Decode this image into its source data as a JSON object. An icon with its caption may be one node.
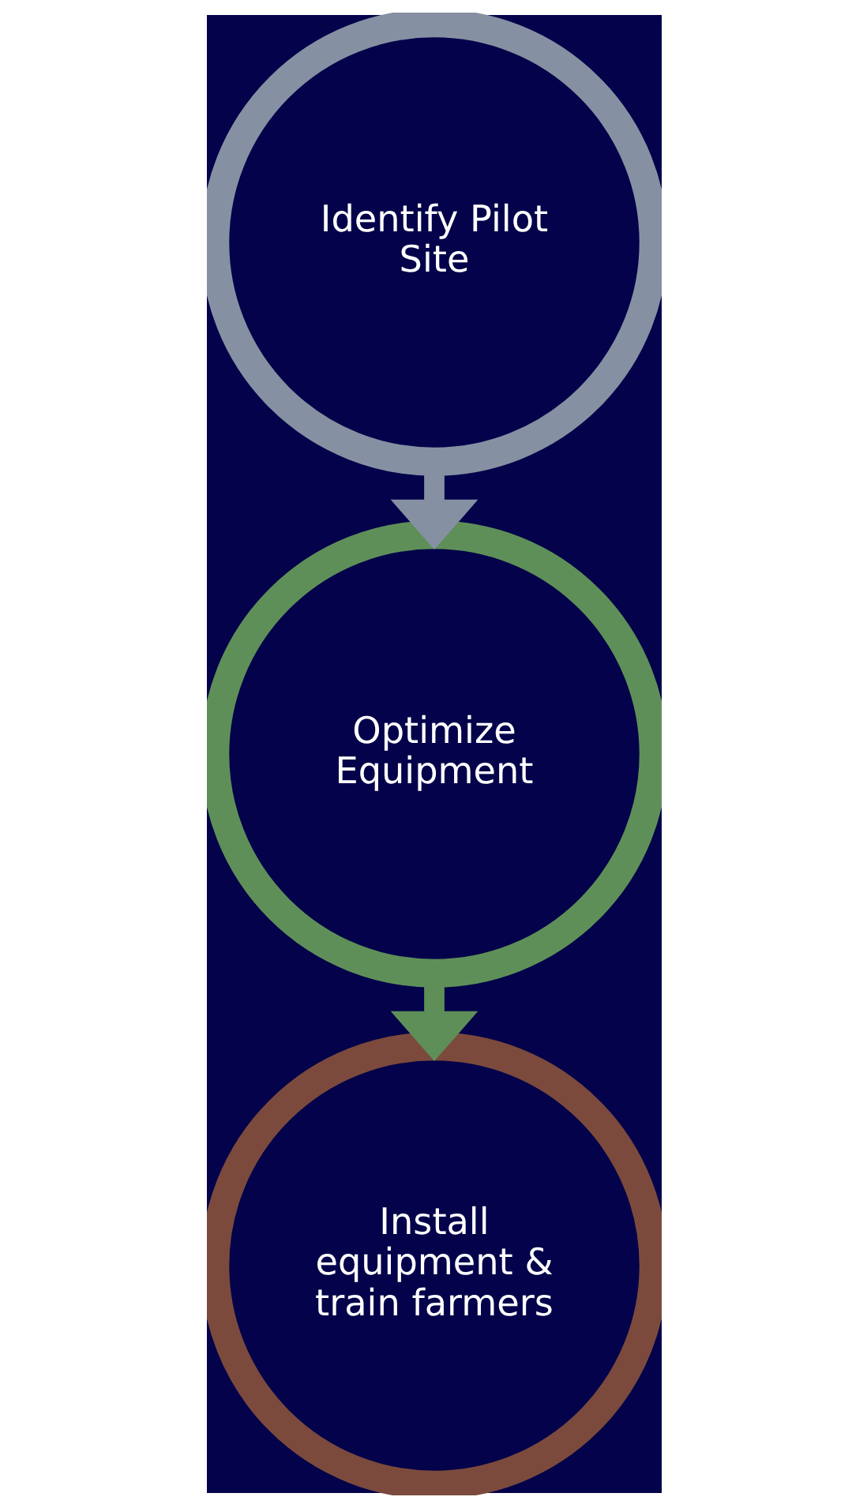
{
  "diagram": {
    "nodes": [
      {
        "text": [
          "Identify Pilot Site"
        ]
      },
      {
        "text": [
          "Optimize Equipment"
        ]
      },
      {
        "text": [
          "Install equipment & train farmers"
        ]
      }
    ],
    "edges": [
      {
        "from": 0,
        "to": 1,
        "arrow": "to",
        "color": "#8591a3"
      },
      {
        "from": 1,
        "to": 2,
        "arrow": "to",
        "color": "#5f8f58"
      }
    ]
  }
}
